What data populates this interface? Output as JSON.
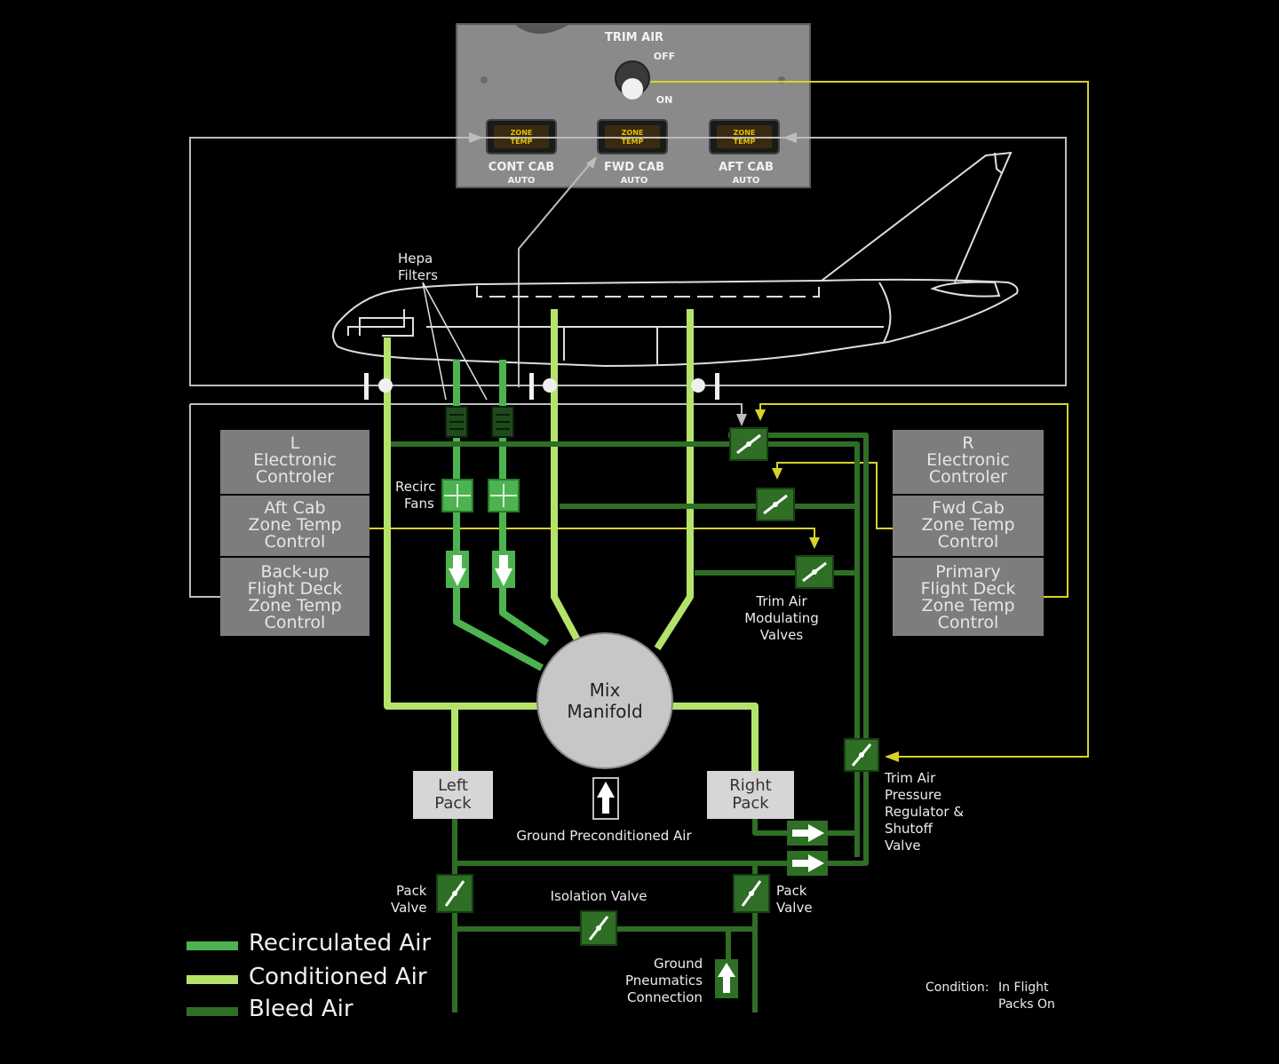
{
  "panel": {
    "title": "TRIM AIR",
    "switch_off": "OFF",
    "switch_on": "ON",
    "zone_switch_label": [
      "ZONE",
      "TEMP"
    ],
    "zones": [
      {
        "name": "CONT CAB",
        "sub": "AUTO"
      },
      {
        "name": "FWD CAB",
        "sub": "AUTO"
      },
      {
        "name": "AFT CAB",
        "sub": "AUTO"
      }
    ]
  },
  "labels": {
    "hepa": [
      "Hepa",
      "Filters"
    ],
    "recirc": [
      "Recirc",
      "Fans"
    ],
    "trim_mod": [
      "Trim Air",
      "Modulating",
      "Valves"
    ],
    "trim_prv": [
      "Trim Air",
      "Pressure",
      "Regulator &",
      "Shutoff",
      "Valve"
    ],
    "mix": [
      "Mix",
      "Manifold"
    ],
    "left_pack": [
      "Left",
      "Pack"
    ],
    "right_pack": [
      "Right",
      "Pack"
    ],
    "ground_precond": "Ground Preconditioned Air",
    "pack_valve_left": [
      "Pack",
      "Valve"
    ],
    "pack_valve_right": [
      "Pack",
      "Valve"
    ],
    "isolation": "Isolation Valve",
    "ground_pneu": [
      "Ground",
      "Pneumatics",
      "Connection"
    ],
    "condition_key": "Condition:",
    "condition_values": [
      "In Flight",
      "Packs On"
    ]
  },
  "left_controller": [
    [
      "L",
      "Electronic",
      "Controler"
    ],
    [
      "Aft Cab",
      "Zone Temp",
      "Control"
    ],
    [
      "Back-up",
      "Flight Deck",
      "Zone Temp",
      "Control"
    ]
  ],
  "right_controller": [
    [
      "R",
      "Electronic",
      "Controler"
    ],
    [
      "Fwd Cab",
      "Zone Temp",
      "Control"
    ],
    [
      "Primary",
      "Flight Deck",
      "Zone Temp",
      "Control"
    ]
  ],
  "legend": [
    {
      "label": "Recirculated Air",
      "color": "#4db350"
    },
    {
      "label": "Conditioned Air",
      "color": "#b5e36a"
    },
    {
      "label": "Bleed Air",
      "color": "#2e6e25"
    }
  ],
  "colors": {
    "recirc": "#4db350",
    "conditioned": "#b5e36a",
    "bleed": "#2e6e25",
    "signal": "#d9d12a",
    "outline": "#bdbdbd",
    "box": "#7d7d7d"
  }
}
